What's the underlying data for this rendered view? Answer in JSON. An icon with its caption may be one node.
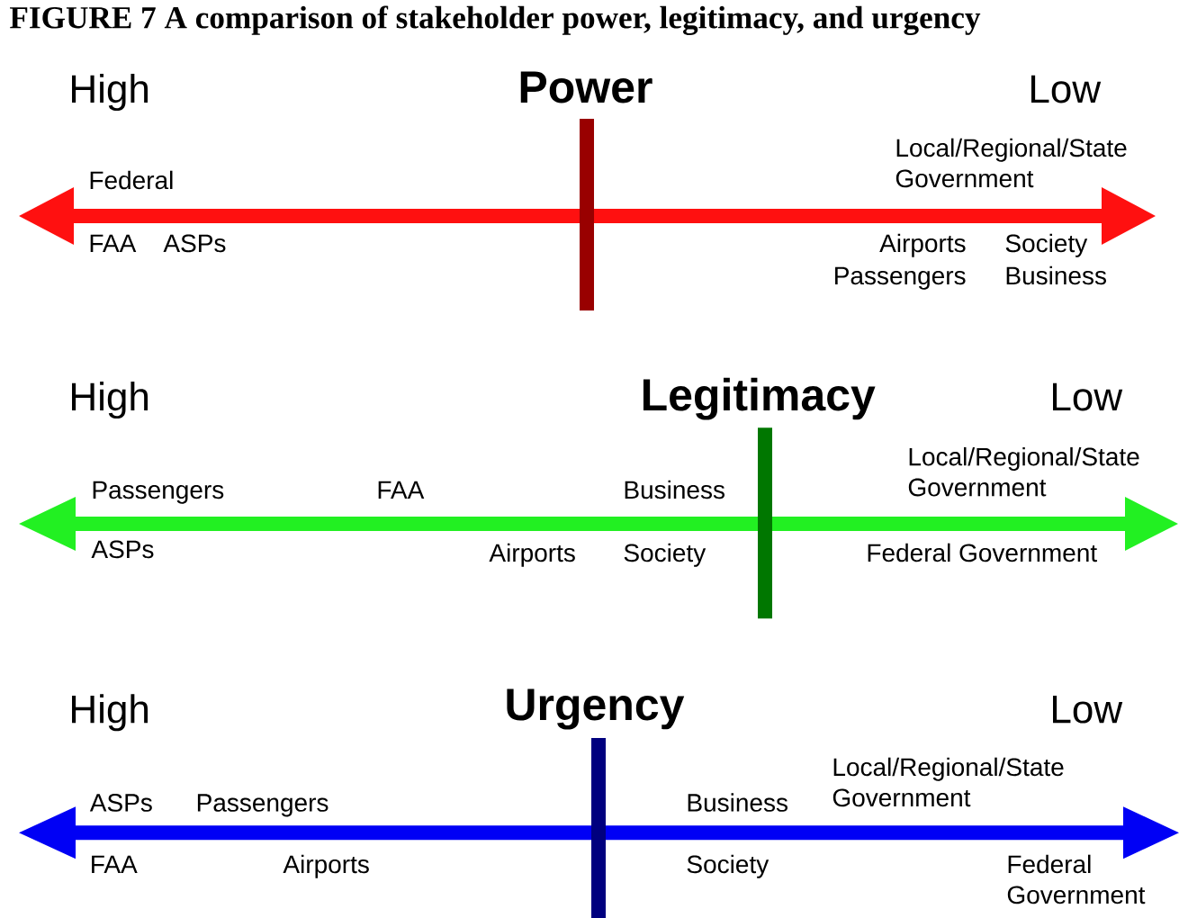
{
  "diagram": {
    "title": "FIGURE 7  A comparison of stakeholder power, legitimacy, and urgency",
    "labels": [
      "High",
      "Power",
      "Low",
      "Local/Regional/State Government",
      "Federal",
      "FAA",
      "ASPs",
      "Airports",
      "Society",
      "Passengers",
      "Business",
      "High",
      "Legitimacy",
      "Low",
      "Local/Regional/State Government",
      "Passengers",
      "FAA",
      "Business",
      "ASPs",
      "Airports",
      "Society",
      "Federal Government",
      "High",
      "Urgency",
      "Low",
      "Local/Regional/State Government",
      "ASPs",
      "Passengers",
      "Business",
      "FAA",
      "Airports",
      "Society",
      "Federal Government"
    ]
  }
}
